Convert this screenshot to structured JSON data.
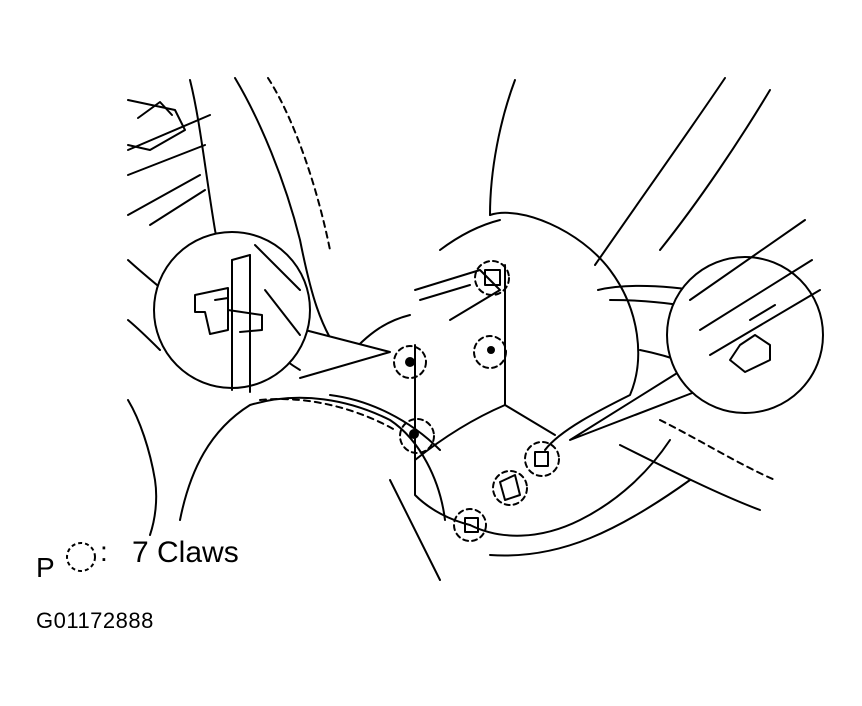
{
  "legend": {
    "prefix": "P",
    "colon": ":",
    "label": "7 Claws"
  },
  "figure_code": "G01172888",
  "colors": {
    "ink": "#000000",
    "paper": "#ffffff"
  }
}
